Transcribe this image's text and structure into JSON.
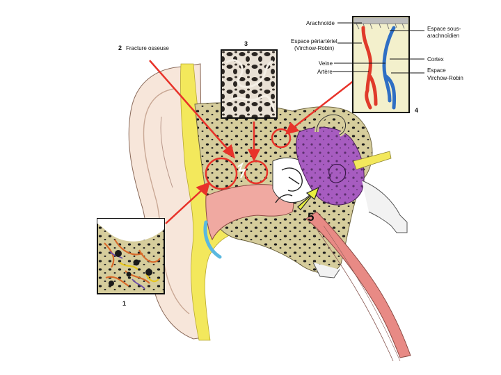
{
  "labels": {
    "callout_1": "1",
    "callout_2": "2",
    "fracture": "Fracture osseuse",
    "callout_3": "3",
    "callout_4": "4",
    "callout_5": "5"
  },
  "inset_4": {
    "arachnoide": "Arachnoïde",
    "perivasc_1": "Espace périartériel",
    "perivasc_2": "(Virchow-Robin)",
    "veine": "Veine",
    "artere": "Artère",
    "subarach_1": "Espace sous-",
    "subarach_2": "arachnoïdien",
    "cortex": "Cortex",
    "vr_1": "Espace",
    "vr_2": "Virchow-Robin"
  },
  "colors": {
    "highlight": "#e8332a",
    "bone": "#d8cfa0",
    "cartilage": "#f4e85a",
    "canal": "#f0a8a0",
    "skin": "#f6e4d8",
    "labyrinth": "#a65bbf",
    "artery": "#e03a2a",
    "vein": "#2f6fc4",
    "arrow_5": "#e8f040"
  }
}
